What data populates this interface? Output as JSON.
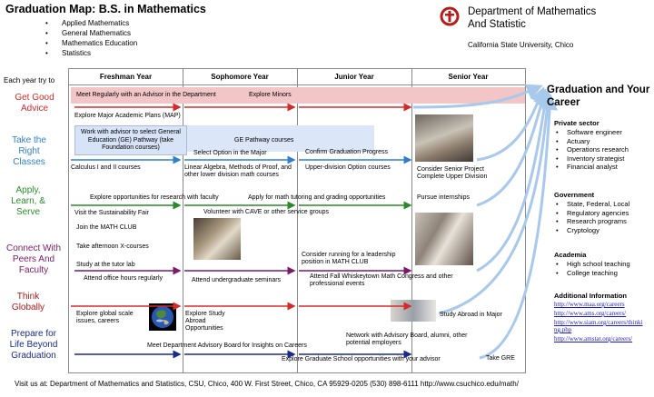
{
  "header": {
    "title": "Graduation Map: B.S. in Mathematics",
    "majors": [
      "Applied Mathematics",
      "General Mathematics",
      "Mathematics Education",
      "Statistics"
    ],
    "dept_line1": "Department of Mathematics",
    "dept_line2": "And Statistic",
    "university": "California State University, Chico"
  },
  "rows_intro": "Each year try to",
  "row_labels": {
    "good_advice": "Get Good Advice",
    "take_right": "Take the Right Classes",
    "apply_learn": "Apply, Learn, & Serve",
    "connect": "Connect With Peers And Faculty",
    "think": "Think Globally",
    "prepare": "Prepare for Life Beyond Graduation"
  },
  "columns": [
    "Freshman Year",
    "Sophomore Year",
    "Junior Year",
    "Senior Year"
  ],
  "activities": {
    "meet_advisor": "Meet Regularly with an Advisor in the Department",
    "explore_minors": "Explore Minors",
    "explore_plans": "Explore Major Academic Plans (MAP)",
    "ge_box": "Work with advisor to select General Education (GE) Pathway (take Foundation courses)",
    "ge_pathway": "GE Pathway courses",
    "select_option": "Select Option in the Major",
    "confirm_grad": "Confirm Graduation Progress",
    "calculus": "Calculus I and II courses",
    "linear_algebra": "Linear Algebra, Methods of Proof, and other lower division math courses",
    "upper_div": "Upper-division Option courses",
    "senior_project": "Consider Senior Project Complete Upper Division",
    "explore_research": "Explore opportunities for research with faculty",
    "apply_math": "Apply for math tutoring and grading opportunities",
    "internships": "Pursue internships",
    "visit_fair": "Visit the Sustainability Fair",
    "volunteer": "Volunteer with CAVE or other service groups",
    "math_club": "Join the MATH CLUB",
    "x_courses": "Take afternoon X-courses",
    "tutor_lab": "Study at the tutor lab",
    "office_hours": "Attend office hours regularly",
    "seminars": "Attend undergraduate seminars",
    "leadership": "Consider running for a leadership position in MATH CLUB",
    "whiskeytown": "Attend Fall Whiskeytown Math Congress and other professional events",
    "global_issues": "Explore global scale issues, careers",
    "study_abroad_opp": "Explore Study Abroad Opportunities",
    "study_abroad": "Study Abroad in Major",
    "advisory_board": "Meet Department Advisory Board for Insights on Careers",
    "network": "Network with Advisory Board, alumni, other potential employers",
    "grad_school": "Explore Graduate School opportunities with your advisor",
    "gre": "Take GRE"
  },
  "career": {
    "title": "Graduation and Your Career",
    "private_title": "Private sector",
    "private": [
      "Software engineer",
      "Actuary",
      "Operations research",
      "Inventory strategist",
      "Financial analyst"
    ],
    "government_title": "Government",
    "government": [
      "State, Federal, Local",
      "Regulatory agencies",
      "Research programs",
      "Cryptology"
    ],
    "academia_title": "Academia",
    "academia": [
      "High school teaching",
      "College teaching"
    ],
    "info_title": "Additional Information",
    "links": [
      "http://www.maa.org/careers",
      "http://www.ams.org/careers/",
      "http://www.siam.org/careers/thinking.php",
      "http://www.amstat.org/careers/"
    ]
  },
  "footer": "Visit us at: Department of Mathematics and Statistics, CSU, Chico, 400 W. First Street, Chico, CA 95929-0205  (530) 898-6111   http://www.csuchico.edu/math/",
  "colors": {
    "advice": "#d62a2a",
    "classes": "#2f7fd0",
    "apply": "#2a8a2a",
    "connect": "#7a1a6a",
    "think": "#b01818",
    "prepare": "#1a2a8a"
  }
}
